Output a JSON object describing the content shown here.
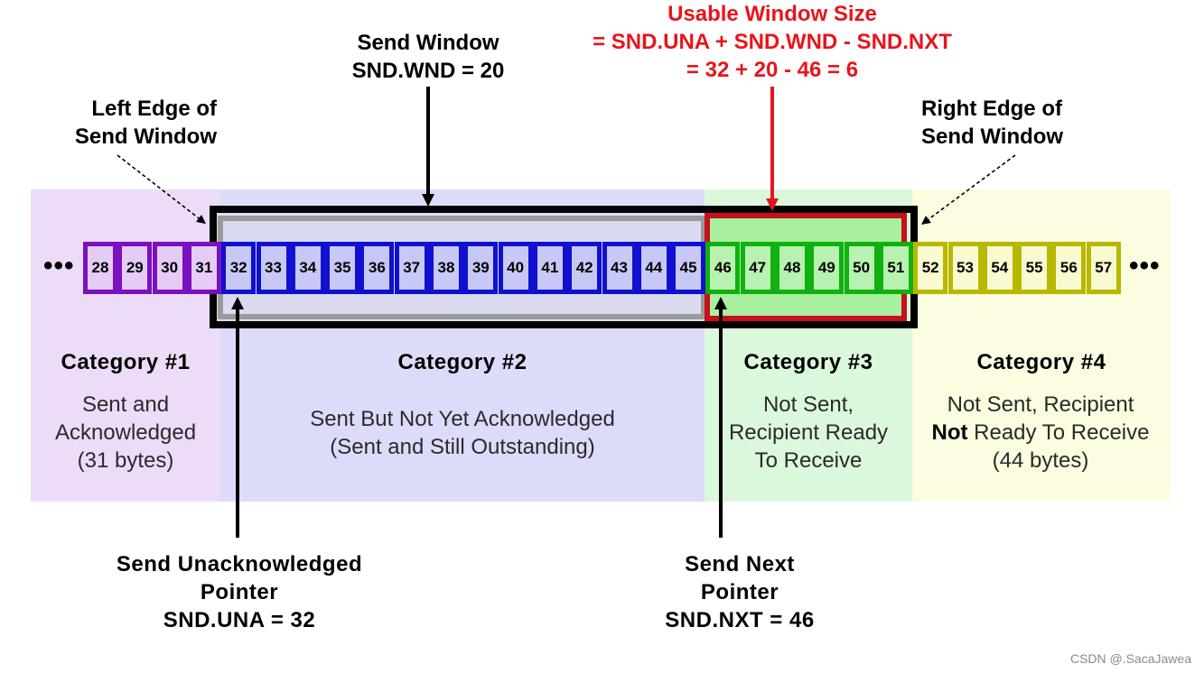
{
  "colors": {
    "cat1_bg": "#ecdcf8",
    "cat2_bg": "#dcdcfa",
    "cat3_bg": "#dcf8dc",
    "cat4_bg": "#fcfce0",
    "cat1_cell": "#7a10c0",
    "cat2_cell": "#1010d0",
    "cat3_cell": "#10b010",
    "cat4_cell": "#b8b800",
    "usable_red": "#e8141b"
  },
  "usable_window": {
    "line1": "Usable Window Size",
    "line2": "= SND.UNA + SND.WND - SND.NXT",
    "line3": "= 32 + 20 - 46 = 6"
  },
  "send_window": {
    "line1": "Send Window",
    "line2": "SND.WND = 20"
  },
  "left_edge": {
    "line1": "Left Edge of",
    "line2": "Send Window"
  },
  "right_edge": {
    "line1": "Right Edge of",
    "line2": "Send Window"
  },
  "ellipsis": "•••",
  "cells": [
    28,
    29,
    30,
    31,
    32,
    33,
    34,
    35,
    36,
    37,
    38,
    39,
    40,
    41,
    42,
    43,
    44,
    45,
    46,
    47,
    48,
    49,
    50,
    51,
    52,
    53,
    54,
    55,
    56,
    57
  ],
  "categories": [
    {
      "title": "Category #1",
      "desc": [
        "Sent and",
        "Acknowledged",
        "(31 bytes)"
      ]
    },
    {
      "title": "Category #2",
      "desc": [
        "Sent But Not Yet Acknowledged",
        "(Sent and Still Outstanding)"
      ]
    },
    {
      "title": "Category #3",
      "desc": [
        "Not Sent,",
        "Recipient Ready",
        "To Receive"
      ]
    },
    {
      "title": "Category #4",
      "desc_bold": "Not",
      "desc": [
        "Not Sent, Recipient",
        " Ready To Receive",
        "(44 bytes)"
      ]
    }
  ],
  "snd_una": {
    "line1": "Send Unacknowledged",
    "line2": "Pointer",
    "line3": "SND.UNA = 32"
  },
  "snd_nxt": {
    "line1": "Send Next",
    "line2": "Pointer",
    "line3": "SND.NXT = 46"
  },
  "watermark": "CSDN @.SacaJawea"
}
